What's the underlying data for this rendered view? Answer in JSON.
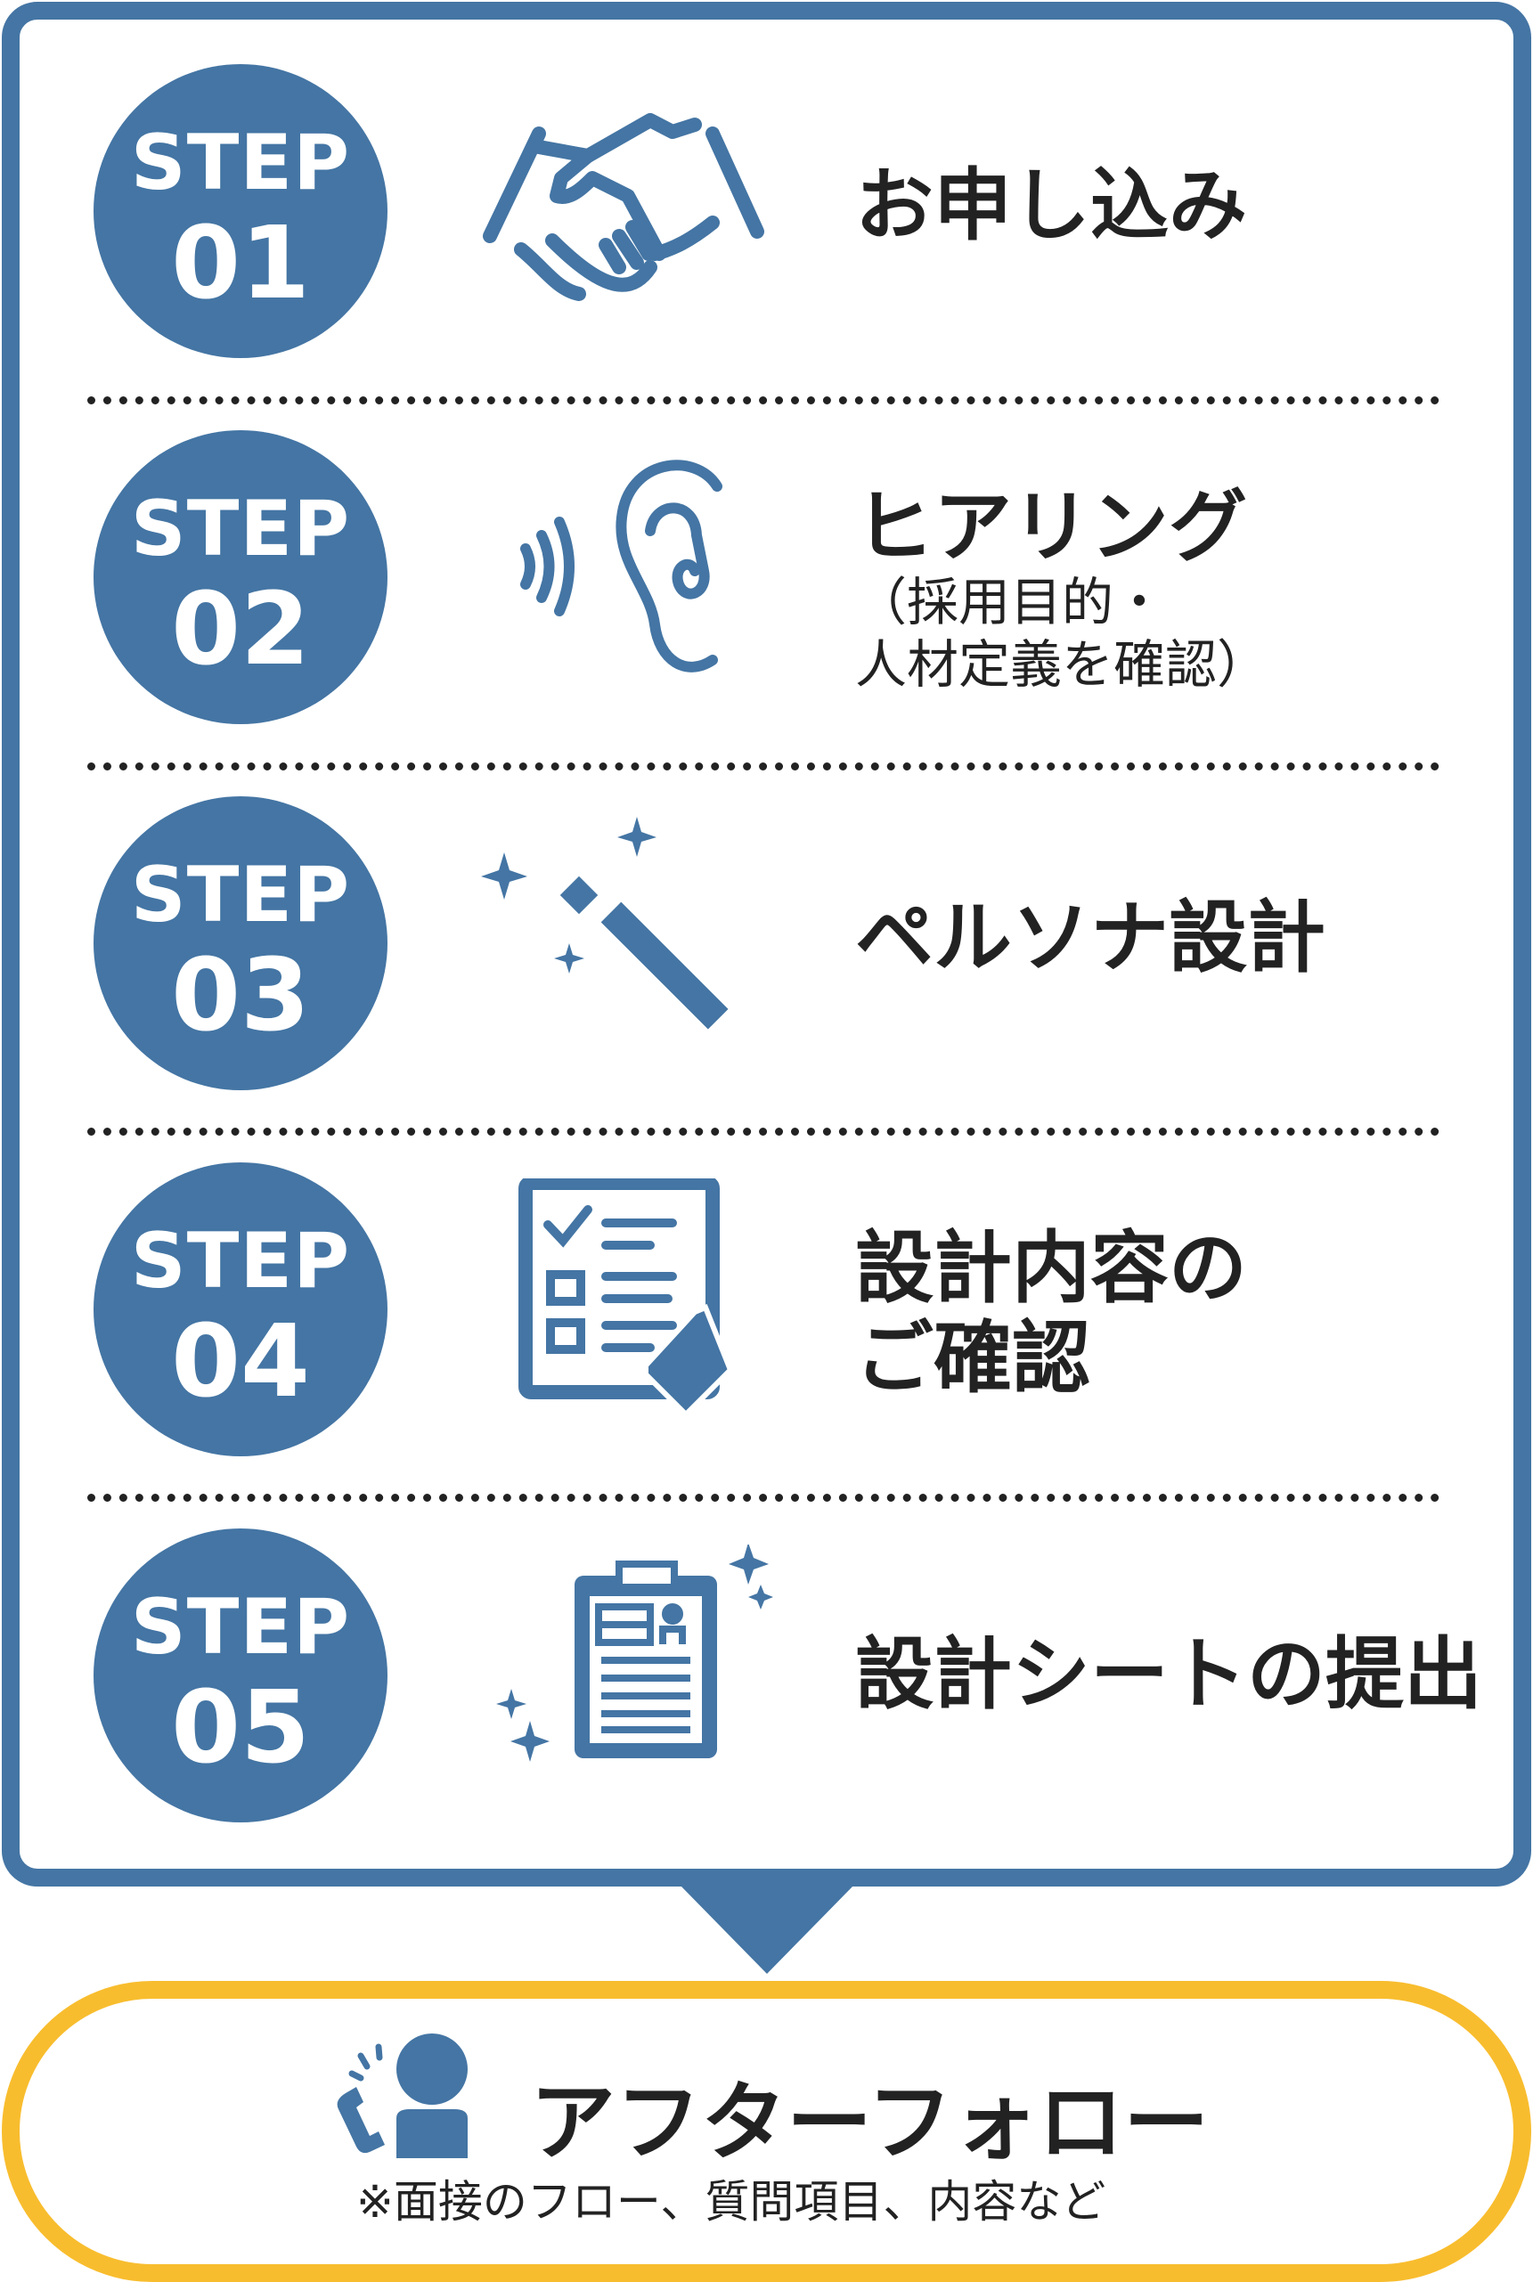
{
  "colors": {
    "primary": "#4475A4",
    "accent": "#F8BD2E",
    "text": "#222222"
  },
  "steps": [
    {
      "step": "STEP",
      "number": "01",
      "title": "お申し込み",
      "icon": "handshake-icon"
    },
    {
      "step": "STEP",
      "number": "02",
      "title": "ヒアリング",
      "subtitle_line1": "（採用目的・",
      "subtitle_line2": "人材定義を確認）",
      "icon": "ear-icon"
    },
    {
      "step": "STEP",
      "number": "03",
      "title": "ペルソナ設計",
      "icon": "magic-wand-icon"
    },
    {
      "step": "STEP",
      "number": "04",
      "title_line1": "設計内容の",
      "title_line2": "ご確認",
      "icon": "checklist-icon"
    },
    {
      "step": "STEP",
      "number": "05",
      "title": "設計シートの提出",
      "icon": "clipboard-icon"
    }
  ],
  "after_follow": {
    "title": "アフターフォロー",
    "note": "※面接のフロー、質問項目、内容など",
    "icon": "person-phone-icon"
  }
}
